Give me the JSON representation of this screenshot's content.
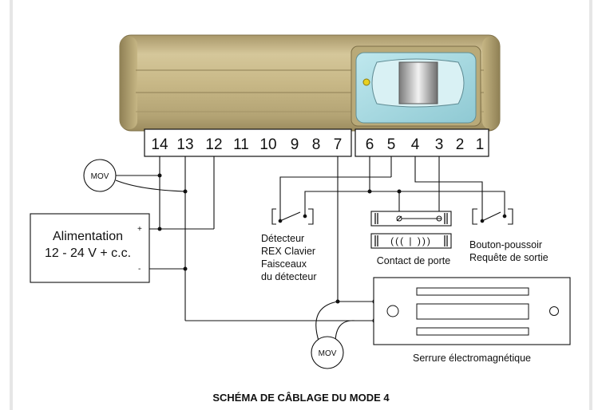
{
  "terminals_left": [
    "14",
    "13",
    "12",
    "11",
    "10",
    "9",
    "8",
    "7"
  ],
  "terminals_right": [
    "6",
    "5",
    "4",
    "3",
    "2",
    "1"
  ],
  "mov_label": "MOV",
  "power_supply": {
    "title": "Alimentation",
    "voltage": "12 - 24 V + c.c.",
    "plus": "+",
    "minus": "-"
  },
  "detector": {
    "line1": "Détecteur",
    "line2": "REX Clavier",
    "line3": "Faisceaux",
    "line4": "du détecteur"
  },
  "door_contact": "Contact de porte",
  "exit_button": {
    "line1": "Bouton-poussoir",
    "line2": "Requête de sortie"
  },
  "magnetic_lock": "Serrure électromagnétique",
  "caption": "SCHÉMA DE CÂBLAGE DU MODE 4"
}
